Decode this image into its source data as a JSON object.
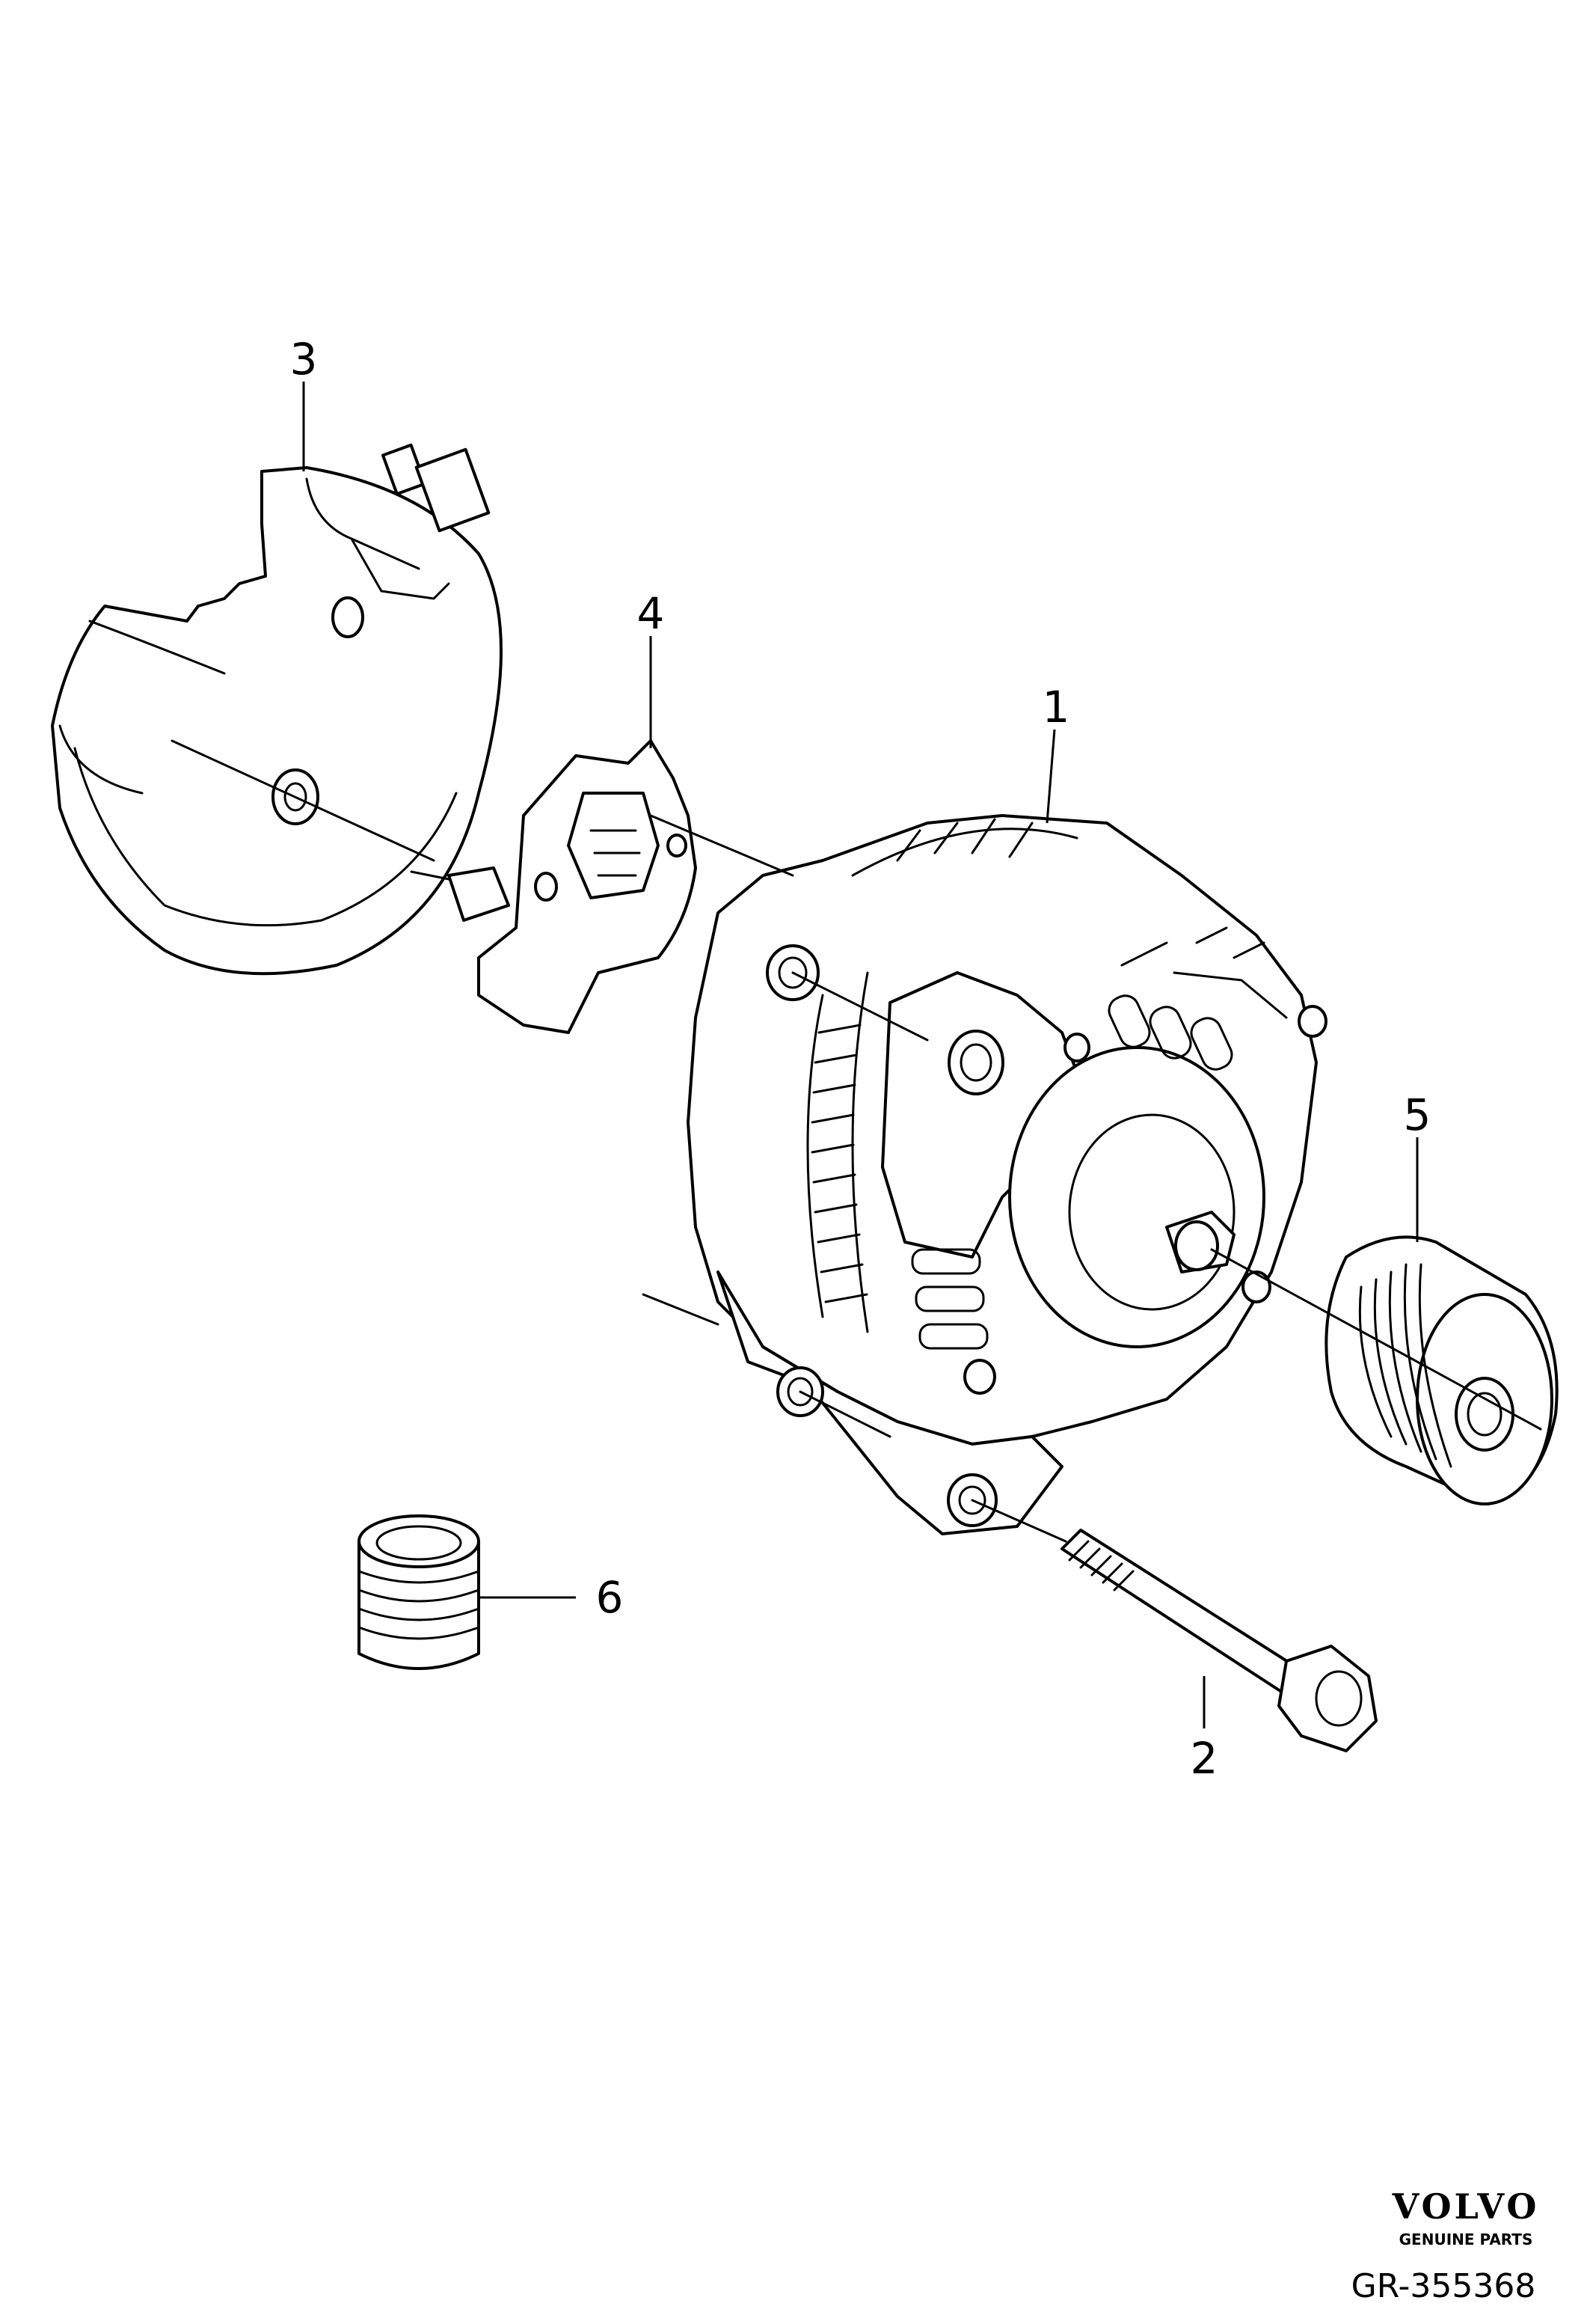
{
  "callouts": {
    "alternator": "1",
    "bolt": "2",
    "rear_cover": "3",
    "regulator": "4",
    "pulley": "5",
    "sleeve": "6"
  },
  "brand": {
    "logo": "VOLVO",
    "tagline": "GENUINE PARTS"
  },
  "reference_number": "GR-355368"
}
